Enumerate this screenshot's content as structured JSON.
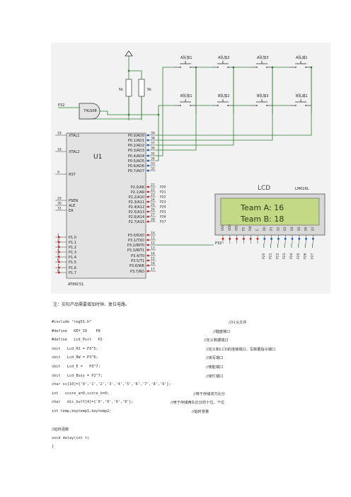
{
  "schematic": {
    "mcu": {
      "ref": "U1",
      "part": "AT89C51",
      "left_pins": [
        {
          "num": "19",
          "name": "XTAL1"
        },
        {
          "num": "18",
          "name": "XTAL2"
        },
        {
          "num": "9",
          "name": "RST"
        },
        {
          "num": "29",
          "name": "PSEN"
        },
        {
          "num": "30",
          "name": "ALE"
        },
        {
          "num": "31",
          "name": "EA"
        },
        {
          "num": "1",
          "name": "P1.0"
        },
        {
          "num": "2",
          "name": "P1.1"
        },
        {
          "num": "3",
          "name": "P1.2"
        },
        {
          "num": "4",
          "name": "P1.3"
        },
        {
          "num": "5",
          "name": "P1.4"
        },
        {
          "num": "6",
          "name": "P1.5"
        },
        {
          "num": "7",
          "name": "P1.6"
        },
        {
          "num": "8",
          "name": "P1.7"
        }
      ],
      "right_pins": [
        {
          "num": "39",
          "name": "P0.0/AD0"
        },
        {
          "num": "38",
          "name": "P0.1/AD1"
        },
        {
          "num": "37",
          "name": "P0.2/AD2"
        },
        {
          "num": "36",
          "name": "P0.3/AD3"
        },
        {
          "num": "35",
          "name": "P0.4/AD4"
        },
        {
          "num": "34",
          "name": "P0.5/AD5"
        },
        {
          "num": "33",
          "name": "P0.6/AD6"
        },
        {
          "num": "32",
          "name": "P0.7/AD7"
        },
        {
          "num": "21",
          "name": "P2.0/A8"
        },
        {
          "num": "22",
          "name": "P2.1/A9"
        },
        {
          "num": "23",
          "name": "P2.2/A10"
        },
        {
          "num": "24",
          "name": "P2.3/A11"
        },
        {
          "num": "25",
          "name": "P2.4/A12"
        },
        {
          "num": "26",
          "name": "P2.5/A13"
        },
        {
          "num": "27",
          "name": "P2.6/A14"
        },
        {
          "num": "28",
          "name": "P2.7/A15"
        },
        {
          "num": "10",
          "name": "P3.0/RXD"
        },
        {
          "num": "11",
          "name": "P3.1/TXD"
        },
        {
          "num": "12",
          "name": "P3.2/INT0"
        },
        {
          "num": "13",
          "name": "P3.3/INT1"
        },
        {
          "num": "14",
          "name": "P3.4/T0"
        },
        {
          "num": "15",
          "name": "P3.5/T1"
        },
        {
          "num": "16",
          "name": "P3.6/WR"
        },
        {
          "num": "17",
          "name": "P3.7/RD"
        }
      ],
      "p2_net_labels": [
        "P20",
        "P21",
        "P22",
        "P23",
        "P24",
        "P25",
        "P26",
        "P27"
      ],
      "p32_label": "P32"
    },
    "gate": {
      "part": "74LS08",
      "input_label": "P32"
    },
    "resistors": [
      "5k",
      "5k"
    ],
    "buttons_top": [
      "A队加1",
      "A队加2",
      "A队加3",
      "A队减1"
    ],
    "buttons_bottom": [
      "B队加1",
      "B队加2",
      "B队加3",
      "B队减1"
    ],
    "lcd": {
      "label": "LCD",
      "model": "LM016L",
      "line1": "Team A: 16",
      "line2": "Team B: 18",
      "pin_names": [
        "VSS",
        "VDD",
        "VEE",
        "RS",
        "RW",
        "E",
        "D0",
        "D1",
        "D2",
        "D3",
        "D4",
        "D5",
        "D6",
        "D7"
      ],
      "net_labels": [
        "P20",
        "P21",
        "P22",
        "P23",
        "P24",
        "P25",
        "P26",
        "P27"
      ]
    },
    "colors": {
      "wire": "#2e7d32",
      "node": "#1565c0",
      "lcd_bg": "#c2d985",
      "lcd_text": "#2d3d14",
      "chip": "#e3e3e3"
    }
  },
  "note": "注：实际产品需要增加时钟、复位电路。",
  "code": [
    {
      "src": "#include \"reg51.h\"",
      "comment": "//51头文件"
    },
    {
      "src": "#define   KEY_IO    P0",
      "comment": "//键盘接口"
    },
    {
      "src": "#define   Lcd_Port   P2",
      "comment": "//定义数据端口"
    },
    {
      "src": "sbit   Lcd_RS = P3^5;",
      "comment": "//定义和LCD的连接端口，写数据指令端口"
    },
    {
      "src": "sbit   Lcd_RW = P3^6;",
      "comment": "//读写端口"
    },
    {
      "src": "sbit   Lcd_E =   P3^7;",
      "comment": "//使能端口"
    },
    {
      "src": "sbit   Lcd_Busy = P2^7;",
      "comment": "//读忙端口"
    },
    {
      "src": "char ss[10]={'0','1','2','3','4','5','6','7','8','9'};",
      "comment": ""
    },
    {
      "src": "int   score_a=0,score_b=0;",
      "comment": "//用于存储双方比分"
    },
    {
      "src": "char   dis_buff[4]={'0','0','0','0'};",
      "comment": "//用于存储两队比分的十位，个位"
    },
    {
      "src": "int temp,keytemp1,keytemp2;",
      "comment": "//临时变量"
    },
    {
      "src": "",
      "comment": ""
    },
    {
      "src": "//延时函数",
      "comment": ""
    },
    {
      "src": "void delay(int t)",
      "comment": ""
    },
    {
      "src": "{",
      "comment": ""
    }
  ]
}
